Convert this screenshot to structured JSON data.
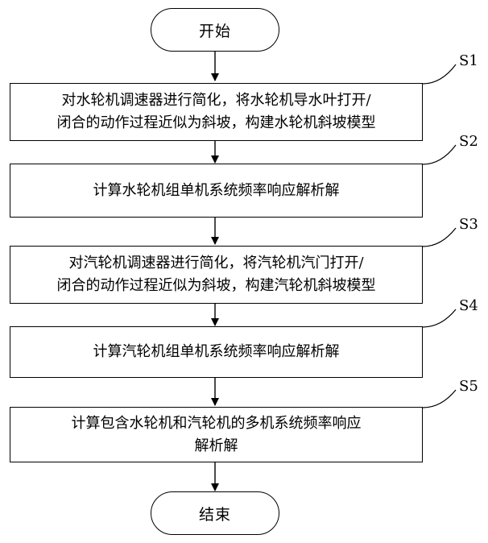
{
  "flowchart": {
    "start": "开始",
    "end": "结束",
    "steps": [
      {
        "id": "S1",
        "text": "对水轮机调速器进行简化，将水轮机导水叶打开/\n闭合的动作过程近似为斜坡，构建水轮机斜坡模型"
      },
      {
        "id": "S2",
        "text": "计算水轮机组单机系统频率响应解析解"
      },
      {
        "id": "S3",
        "text": "对汽轮机调速器进行简化，将汽轮机汽门打开/\n闭合的动作过程近似为斜坡，构建汽轮机斜坡模型"
      },
      {
        "id": "S4",
        "text": "计算汽轮机组单机系统频率响应解析解"
      },
      {
        "id": "S5",
        "text": "计算包含水轮机和汽轮机的多机系统频率响应\n解析解"
      }
    ]
  }
}
